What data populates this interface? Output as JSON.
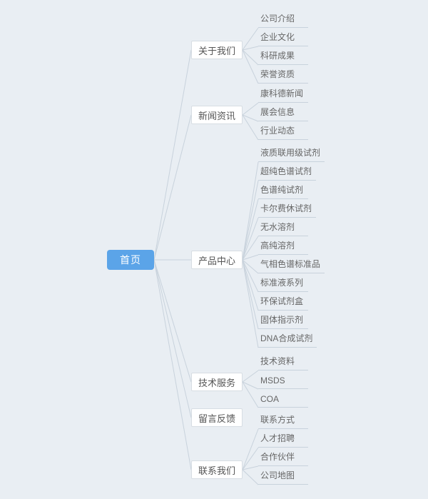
{
  "diagram": {
    "root": {
      "label": "首页"
    },
    "branches": [
      {
        "label": "关于我们",
        "children": [
          "公司介绍",
          "企业文化",
          "科研成果",
          "荣誉资质"
        ]
      },
      {
        "label": "新闻资讯",
        "children": [
          "康科德新闻",
          "展会信息",
          "行业动态"
        ]
      },
      {
        "label": "产品中心",
        "children": [
          "液质联用级试剂",
          "超纯色谱试剂",
          "色谱纯试剂",
          "卡尔费休试剂",
          "无水溶剂",
          "高纯溶剂",
          "气相色谱标准品",
          "标准液系列",
          "环保试剂盒",
          "固体指示剂",
          "DNA合成试剂"
        ]
      },
      {
        "label": "技术服务",
        "children": [
          "技术资料",
          "MSDS",
          "COA"
        ]
      },
      {
        "label": "留言反馈",
        "children": []
      },
      {
        "label": "联系我们",
        "children": [
          "联系方式",
          "人才招聘",
          "合作伙伴",
          "公司地图"
        ]
      }
    ],
    "colors": {
      "canvas_bg": "#e9eef3",
      "root_bg": "#5ba4e8",
      "root_text": "#ffffff",
      "node_bg": "#ffffff",
      "node_border": "#d7dde3",
      "node_text": "#555555",
      "leaf_text": "#666666",
      "connector": "#c8d2dc"
    }
  }
}
